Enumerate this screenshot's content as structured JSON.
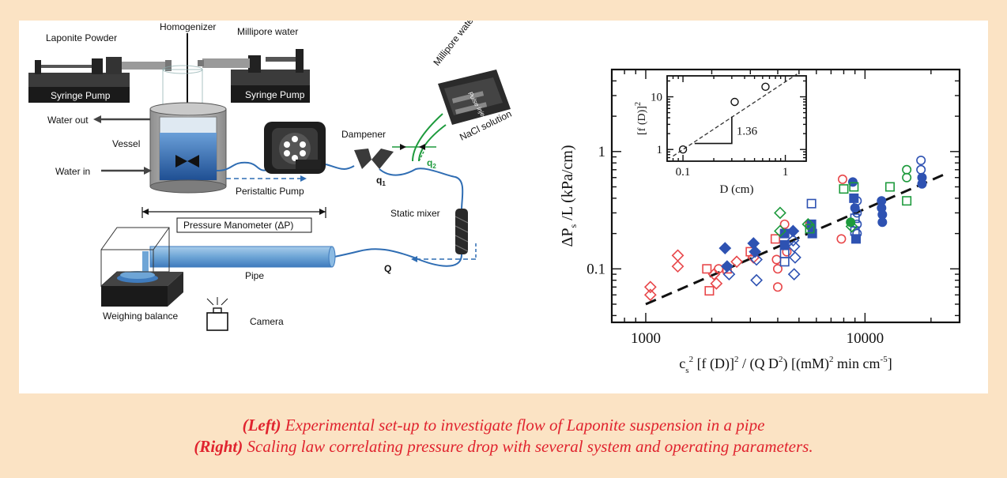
{
  "setup": {
    "labels": {
      "laponite_powder": "Laponite Powder",
      "homogenizer": "Homogenizer",
      "millipore_water": "Millipore water",
      "syringe_pump": "Syringe Pump",
      "water_out": "Water out",
      "vessel": "Vessel",
      "water_in": "Water in",
      "peristaltic_pump": "Peristaltic Pump",
      "dampener": "Dampener",
      "millipore_water_2": "Millipore water",
      "pulse_injection": "Pulse injection",
      "nacl_solution": "NaCl solution",
      "q1": "q",
      "q1_sub": "1",
      "q2": "q",
      "q2_sub": "2",
      "static_mixer": "Static mixer",
      "pressure_manometer": "Pressure Manometer (ΔP)",
      "pipe": "Pipe",
      "Q": "Q",
      "weighing_balance": "Weighing balance",
      "camera": "Camera"
    }
  },
  "chart_data": {
    "type": "scatter",
    "xscale": "log",
    "yscale": "log",
    "xlim": [
      700,
      27000
    ],
    "ylim": [
      0.035,
      5
    ],
    "xticklabels": [
      {
        "v": 1000,
        "t": "1000"
      },
      {
        "v": 10000,
        "t": "10000"
      }
    ],
    "yticklabels": [
      {
        "v": 0.1,
        "t": "0.1"
      },
      {
        "v": 1,
        "t": "1"
      }
    ],
    "ylabel": {
      "base": "ΔP",
      "sub": "s",
      "rest": " /L (kPa/cm)"
    },
    "xlabel": {
      "c": "c",
      "sub": "s",
      "sup1": "2",
      "mid": " [f (D)]",
      "sup2": "2",
      "mid2": " / (Q D",
      "sup3": "2",
      "mid3": ") [(mM)",
      "sup4": "2",
      "mid4": " min cm",
      "sup5": "-5",
      "end": "]"
    },
    "fit_line": {
      "x": [
        1000,
        24000
      ],
      "y": [
        0.05,
        0.66
      ]
    },
    "colors": {
      "red": "#e8474a",
      "blue": "#2e52b2",
      "green": "#1d9a3c"
    },
    "points": [
      {
        "x": 1050,
        "y": 0.07,
        "m": "diamond",
        "c": "red",
        "f": false
      },
      {
        "x": 1050,
        "y": 0.06,
        "m": "diamond",
        "c": "red",
        "f": false
      },
      {
        "x": 1400,
        "y": 0.13,
        "m": "diamond",
        "c": "red",
        "f": false
      },
      {
        "x": 1400,
        "y": 0.105,
        "m": "diamond",
        "c": "red",
        "f": false
      },
      {
        "x": 1900,
        "y": 0.1,
        "m": "square",
        "c": "red",
        "f": false
      },
      {
        "x": 1950,
        "y": 0.065,
        "m": "square",
        "c": "red",
        "f": false
      },
      {
        "x": 2050,
        "y": 0.09,
        "m": "diamond",
        "c": "red",
        "f": false
      },
      {
        "x": 2100,
        "y": 0.075,
        "m": "diamond",
        "c": "red",
        "f": false
      },
      {
        "x": 2150,
        "y": 0.1,
        "m": "circle",
        "c": "red",
        "f": false
      },
      {
        "x": 2350,
        "y": 0.1,
        "m": "square",
        "c": "red",
        "f": false
      },
      {
        "x": 2600,
        "y": 0.115,
        "m": "diamond",
        "c": "red",
        "f": false
      },
      {
        "x": 3000,
        "y": 0.14,
        "m": "square",
        "c": "red",
        "f": false
      },
      {
        "x": 3100,
        "y": 0.125,
        "m": "diamond",
        "c": "red",
        "f": false
      },
      {
        "x": 3900,
        "y": 0.18,
        "m": "square",
        "c": "red",
        "f": false
      },
      {
        "x": 3950,
        "y": 0.12,
        "m": "circle",
        "c": "red",
        "f": false
      },
      {
        "x": 4000,
        "y": 0.1,
        "m": "circle",
        "c": "red",
        "f": false
      },
      {
        "x": 4000,
        "y": 0.07,
        "m": "circle",
        "c": "red",
        "f": false
      },
      {
        "x": 4300,
        "y": 0.24,
        "m": "circle",
        "c": "red",
        "f": false
      },
      {
        "x": 4400,
        "y": 0.14,
        "m": "circle",
        "c": "red",
        "f": false
      },
      {
        "x": 5600,
        "y": 0.24,
        "m": "circle",
        "c": "red",
        "f": false
      },
      {
        "x": 7800,
        "y": 0.18,
        "m": "circle",
        "c": "red",
        "f": false
      },
      {
        "x": 7900,
        "y": 0.58,
        "m": "circle",
        "c": "red",
        "f": false
      },
      {
        "x": 2300,
        "y": 0.15,
        "m": "diamond",
        "c": "blue",
        "f": true
      },
      {
        "x": 2350,
        "y": 0.105,
        "m": "diamond",
        "c": "blue",
        "f": true
      },
      {
        "x": 2400,
        "y": 0.09,
        "m": "diamond",
        "c": "blue",
        "f": false
      },
      {
        "x": 3100,
        "y": 0.165,
        "m": "diamond",
        "c": "blue",
        "f": true
      },
      {
        "x": 3150,
        "y": 0.14,
        "m": "diamond",
        "c": "blue",
        "f": true
      },
      {
        "x": 3200,
        "y": 0.12,
        "m": "diamond",
        "c": "blue",
        "f": false
      },
      {
        "x": 3200,
        "y": 0.08,
        "m": "diamond",
        "c": "blue",
        "f": false
      },
      {
        "x": 4300,
        "y": 0.2,
        "m": "square",
        "c": "blue",
        "f": true
      },
      {
        "x": 4300,
        "y": 0.16,
        "m": "square",
        "c": "blue",
        "f": true
      },
      {
        "x": 4300,
        "y": 0.135,
        "m": "square",
        "c": "blue",
        "f": false
      },
      {
        "x": 4300,
        "y": 0.115,
        "m": "square",
        "c": "blue",
        "f": false
      },
      {
        "x": 4700,
        "y": 0.21,
        "m": "diamond",
        "c": "blue",
        "f": true
      },
      {
        "x": 4700,
        "y": 0.175,
        "m": "diamond",
        "c": "blue",
        "f": false
      },
      {
        "x": 4750,
        "y": 0.155,
        "m": "diamond",
        "c": "blue",
        "f": false
      },
      {
        "x": 4800,
        "y": 0.125,
        "m": "diamond",
        "c": "blue",
        "f": false
      },
      {
        "x": 4750,
        "y": 0.09,
        "m": "diamond",
        "c": "blue",
        "f": false
      },
      {
        "x": 5700,
        "y": 0.36,
        "m": "square",
        "c": "blue",
        "f": false
      },
      {
        "x": 5700,
        "y": 0.24,
        "m": "square",
        "c": "blue",
        "f": true
      },
      {
        "x": 5750,
        "y": 0.2,
        "m": "square",
        "c": "blue",
        "f": true
      },
      {
        "x": 8800,
        "y": 0.55,
        "m": "circle",
        "c": "blue",
        "f": true
      },
      {
        "x": 8900,
        "y": 0.4,
        "m": "square",
        "c": "blue",
        "f": true
      },
      {
        "x": 9000,
        "y": 0.33,
        "m": "circle",
        "c": "blue",
        "f": true
      },
      {
        "x": 9000,
        "y": 0.27,
        "m": "square",
        "c": "blue",
        "f": false
      },
      {
        "x": 9000,
        "y": 0.21,
        "m": "square",
        "c": "blue",
        "f": false
      },
      {
        "x": 9100,
        "y": 0.18,
        "m": "square",
        "c": "blue",
        "f": true
      },
      {
        "x": 9200,
        "y": 0.38,
        "m": "circle",
        "c": "blue",
        "f": false
      },
      {
        "x": 9200,
        "y": 0.3,
        "m": "circle",
        "c": "blue",
        "f": false
      },
      {
        "x": 9200,
        "y": 0.24,
        "m": "circle",
        "c": "blue",
        "f": false
      },
      {
        "x": 9200,
        "y": 0.2,
        "m": "circle",
        "c": "blue",
        "f": false
      },
      {
        "x": 11900,
        "y": 0.38,
        "m": "circle",
        "c": "blue",
        "f": true
      },
      {
        "x": 11900,
        "y": 0.33,
        "m": "circle",
        "c": "blue",
        "f": true
      },
      {
        "x": 12000,
        "y": 0.29,
        "m": "circle",
        "c": "blue",
        "f": true
      },
      {
        "x": 12000,
        "y": 0.25,
        "m": "circle",
        "c": "blue",
        "f": true
      },
      {
        "x": 18000,
        "y": 0.84,
        "m": "circle",
        "c": "blue",
        "f": false
      },
      {
        "x": 18000,
        "y": 0.7,
        "m": "circle",
        "c": "blue",
        "f": false
      },
      {
        "x": 18200,
        "y": 0.6,
        "m": "circle",
        "c": "blue",
        "f": true
      },
      {
        "x": 18200,
        "y": 0.53,
        "m": "circle",
        "c": "blue",
        "f": true
      },
      {
        "x": 4100,
        "y": 0.3,
        "m": "diamond",
        "c": "green",
        "f": false
      },
      {
        "x": 4100,
        "y": 0.21,
        "m": "diamond",
        "c": "green",
        "f": false
      },
      {
        "x": 5500,
        "y": 0.24,
        "m": "diamond",
        "c": "green",
        "f": false
      },
      {
        "x": 5600,
        "y": 0.22,
        "m": "square",
        "c": "green",
        "f": false
      },
      {
        "x": 8000,
        "y": 0.48,
        "m": "square",
        "c": "green",
        "f": false
      },
      {
        "x": 8600,
        "y": 0.25,
        "m": "circle",
        "c": "green",
        "f": true
      },
      {
        "x": 8700,
        "y": 0.23,
        "m": "diamond",
        "c": "green",
        "f": false
      },
      {
        "x": 8900,
        "y": 0.5,
        "m": "square",
        "c": "green",
        "f": false
      },
      {
        "x": 13000,
        "y": 0.5,
        "m": "square",
        "c": "green",
        "f": false
      },
      {
        "x": 15500,
        "y": 0.7,
        "m": "circle",
        "c": "green",
        "f": false
      },
      {
        "x": 15500,
        "y": 0.6,
        "m": "circle",
        "c": "green",
        "f": false
      },
      {
        "x": 15500,
        "y": 0.38,
        "m": "square",
        "c": "green",
        "f": false
      }
    ],
    "inset": {
      "xscale": "log",
      "yscale": "log",
      "xlim": [
        0.07,
        1.6
      ],
      "ylim": [
        0.6,
        25
      ],
      "xticklabels": [
        {
          "v": 0.1,
          "t": "0.1"
        },
        {
          "v": 1,
          "t": "1"
        }
      ],
      "yticklabels": [
        {
          "v": 1,
          "t": "1"
        },
        {
          "v": 10,
          "t": "10"
        }
      ],
      "xlabel": "D (cm)",
      "ylabel": {
        "base": "[f (D)]",
        "sup": "2"
      },
      "points": [
        {
          "x": 0.1,
          "y": 1.0
        },
        {
          "x": 0.32,
          "y": 8.0
        },
        {
          "x": 0.64,
          "y": 15.5
        }
      ],
      "fit": {
        "x": [
          0.08,
          1.3
        ],
        "y": [
          0.75,
          27
        ]
      },
      "slope_label": "1.36"
    }
  },
  "caption": {
    "left_tag": "(Left)",
    "left_text": " Experimental set-up to investigate flow of Laponite suspension in a pipe",
    "right_tag": "(Right)",
    "right_text": " Scaling law correlating pressure drop with several system and operating parameters."
  }
}
